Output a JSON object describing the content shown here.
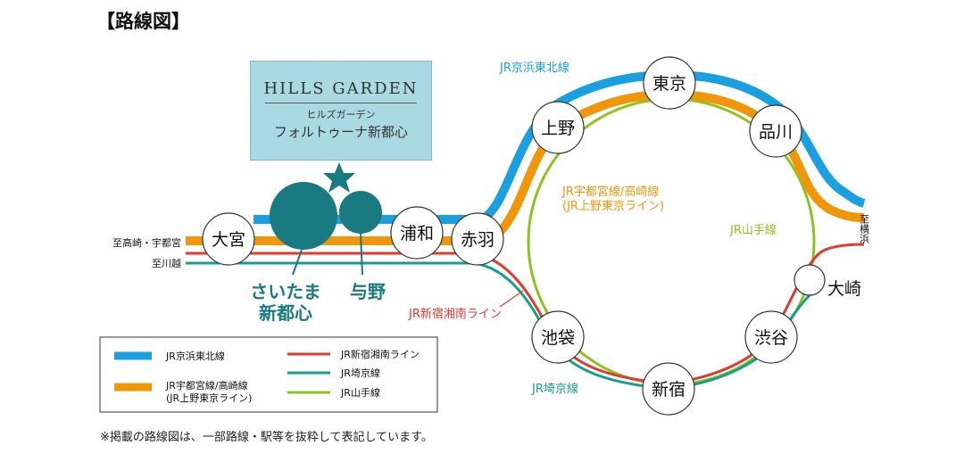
{
  "title": "【路線図】",
  "property": {
    "name_en": "HILLS GARDEN",
    "name_kana": "ヒルズガーデン",
    "name_jp": "フォルトゥーナ新都心"
  },
  "highlight_stations": {
    "saitama_line1": "さいたま",
    "saitama_line2": "新都心",
    "yono": "与野"
  },
  "stations": {
    "omiya": "大宮",
    "urawa": "浦和",
    "akabane": "赤羽",
    "ueno": "上野",
    "tokyo": "東京",
    "shinagawa": "品川",
    "osaki": "大崎",
    "shibuya": "渋谷",
    "shinjuku": "新宿",
    "ikebukuro": "池袋"
  },
  "line_labels": {
    "keihin": "JR京浜東北線",
    "utsunomiya_1": "JR宇都宮線/高崎線",
    "utsunomiya_2": "(JR上野東京ライン)",
    "yamanote": "JR山手線",
    "shonan": "JR新宿湘南ライン",
    "saikyo": "JR埼京線"
  },
  "destinations": {
    "takasaki": "至高崎・宇都宮",
    "kawagoe": "至川越",
    "yokohama": "至横浜"
  },
  "legend": {
    "items": [
      {
        "label": "JR京浜東北線",
        "color": "#1a9fe0"
      },
      {
        "label": "JR宇都宮線/高崎線",
        "label2": "(JR上野東京ライン)",
        "color": "#f0960a"
      },
      {
        "label": "JR新宿湘南ライン",
        "color": "#e03a2e"
      },
      {
        "label": "JR埼京線",
        "color": "#14a08a"
      },
      {
        "label": "JR山手線",
        "color": "#8dc21f"
      }
    ]
  },
  "colors": {
    "keihin": "#1a9fe0",
    "utsunomiya": "#f0960a",
    "shonan": "#e03a2e",
    "saikyo": "#14a08a",
    "yamanote": "#8dc21f",
    "highlight": "#1a7a82",
    "property_box": "#a9d9e3"
  },
  "footnote": "※掲載の路線図は、一部路線・駅等を抜粋して表記しています。"
}
